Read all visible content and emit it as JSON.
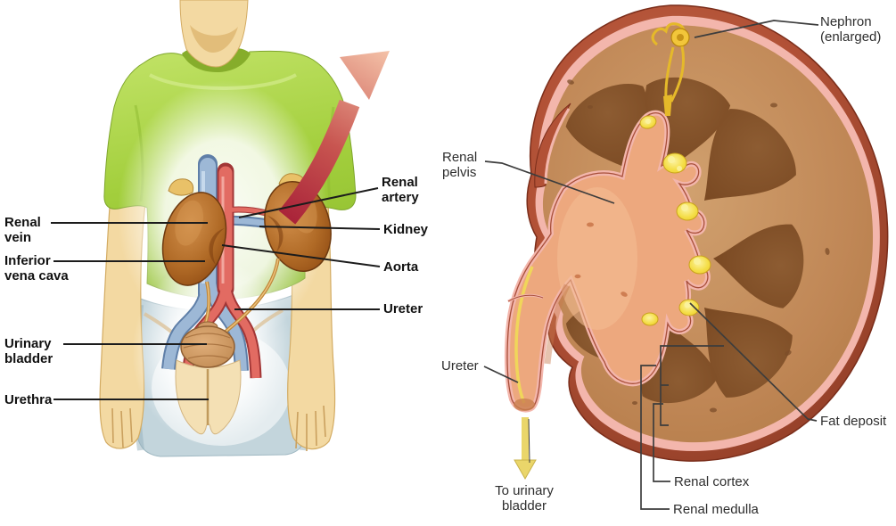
{
  "figure": {
    "type": "anatomical-diagram",
    "subject": "Urinary system in torso and kidney cross-section"
  },
  "torso_panel": {
    "labels": {
      "renal_vein": "Renal\nvein",
      "inferior_vena_cava": "Inferior\nvena cava",
      "urinary_bladder": "Urinary\nbladder",
      "urethra": "Urethra",
      "renal_artery": "Renal\nartery",
      "kidney": "Kidney",
      "aorta": "Aorta",
      "ureter": "Ureter"
    }
  },
  "kidney_panel": {
    "labels": {
      "nephron": "Nephron\n(enlarged)",
      "renal_pelvis": "Renal\npelvis",
      "ureter": "Ureter",
      "to_urinary_bladder": "To urinary\nbladder",
      "fat_deposit": "Fat deposit",
      "renal_cortex": "Renal cortex",
      "renal_medulla": "Renal medulla"
    }
  },
  "colors": {
    "background": "#ffffff",
    "label_text": "#111111",
    "label_text_right": "#2e2e2e",
    "leader_line": "#1c1c1c",
    "shirt_green": "#a9d23f",
    "pants_blue": "#c3d5dc",
    "skin": "#f3d9a2",
    "torso_kidney_brown": "#a85c22",
    "vein_blue": "#9db8d6",
    "artery_red": "#e26b62",
    "bladder_tan": "#cf9a66",
    "zoom_arrow_red": "#b5273b",
    "kidney_outer_red_brown": "#b25136",
    "capsule_pink": "#f3b6ac",
    "cortex_tan": "#c48a58",
    "medulla_brown": "#7d4c26",
    "pelvis_salmon": "#eda87e",
    "fat_yellow": "#f2d833",
    "nephron_yellow": "#eec12f"
  }
}
